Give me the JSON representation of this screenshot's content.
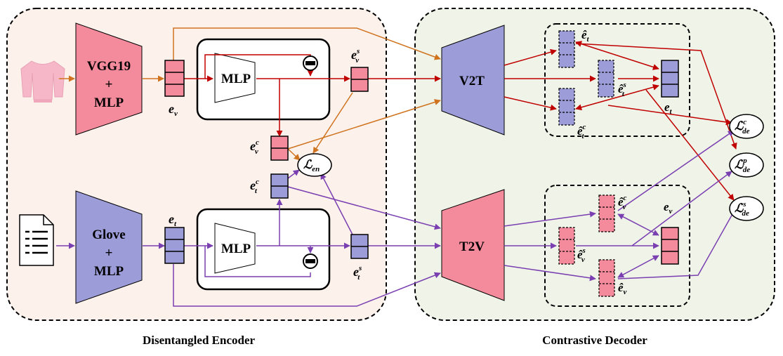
{
  "captions": {
    "encoder": "Disentangled Encoder",
    "decoder": "Contrastive Decoder"
  },
  "blocks": {
    "image_encoder": [
      "VGG19",
      "+",
      "MLP"
    ],
    "text_encoder": [
      "Glove",
      "+",
      "MLP"
    ],
    "mlp_top": "MLP",
    "mlp_bottom": "MLP",
    "v2t": "V2T",
    "t2v": "T2V"
  },
  "labels": {
    "ev": {
      "base": "e",
      "sub": "v",
      "sup": ""
    },
    "et": {
      "base": "e",
      "sub": "t",
      "sup": ""
    },
    "evs": {
      "base": "e",
      "sub": "v",
      "sup": "s"
    },
    "evc": {
      "base": "e",
      "sub": "v",
      "sup": "c"
    },
    "etc": {
      "base": "e",
      "sub": "t",
      "sup": "c"
    },
    "ets": {
      "base": "e",
      "sub": "t",
      "sup": "s"
    },
    "hat_et": {
      "base": "ê",
      "sub": "t",
      "sup": ""
    },
    "hat_ets": {
      "base": "ê",
      "sub": "t",
      "sup": "s"
    },
    "hat_etc": {
      "base": "ê",
      "sub": "t",
      "sup": "c"
    },
    "dec_et": {
      "base": "e",
      "sub": "t",
      "sup": ""
    },
    "hat_evc": {
      "base": "ê",
      "sub": "v",
      "sup": "c"
    },
    "hat_evs": {
      "base": "ê",
      "sub": "v",
      "sup": "s"
    },
    "hat_ev": {
      "base": "ê",
      "sub": "v",
      "sup": ""
    },
    "dec_ev": {
      "base": "e",
      "sub": "v",
      "sup": ""
    },
    "loss_en": {
      "base": "ℒ",
      "sub": "en",
      "sup": ""
    },
    "loss_dec": {
      "base": "ℒ",
      "sub": "de",
      "sup": "c"
    },
    "loss_dep": {
      "base": "ℒ",
      "sub": "de",
      "sup": "p"
    },
    "loss_des": {
      "base": "ℒ",
      "sub": "de",
      "sup": "s"
    }
  },
  "colors": {
    "encoder_bg": "#fdf1ec",
    "decoder_bg": "#eff3e8",
    "pink": "#f48b9c",
    "purple": "#9c9cd8",
    "orange_arrow": "#d0731e",
    "red_arrow": "#c00000",
    "purple_arrow": "#7a3fb0"
  },
  "icons": {
    "input_image": "sweater-icon",
    "input_text": "document-icon",
    "subtract": "minus-circle-icon"
  }
}
